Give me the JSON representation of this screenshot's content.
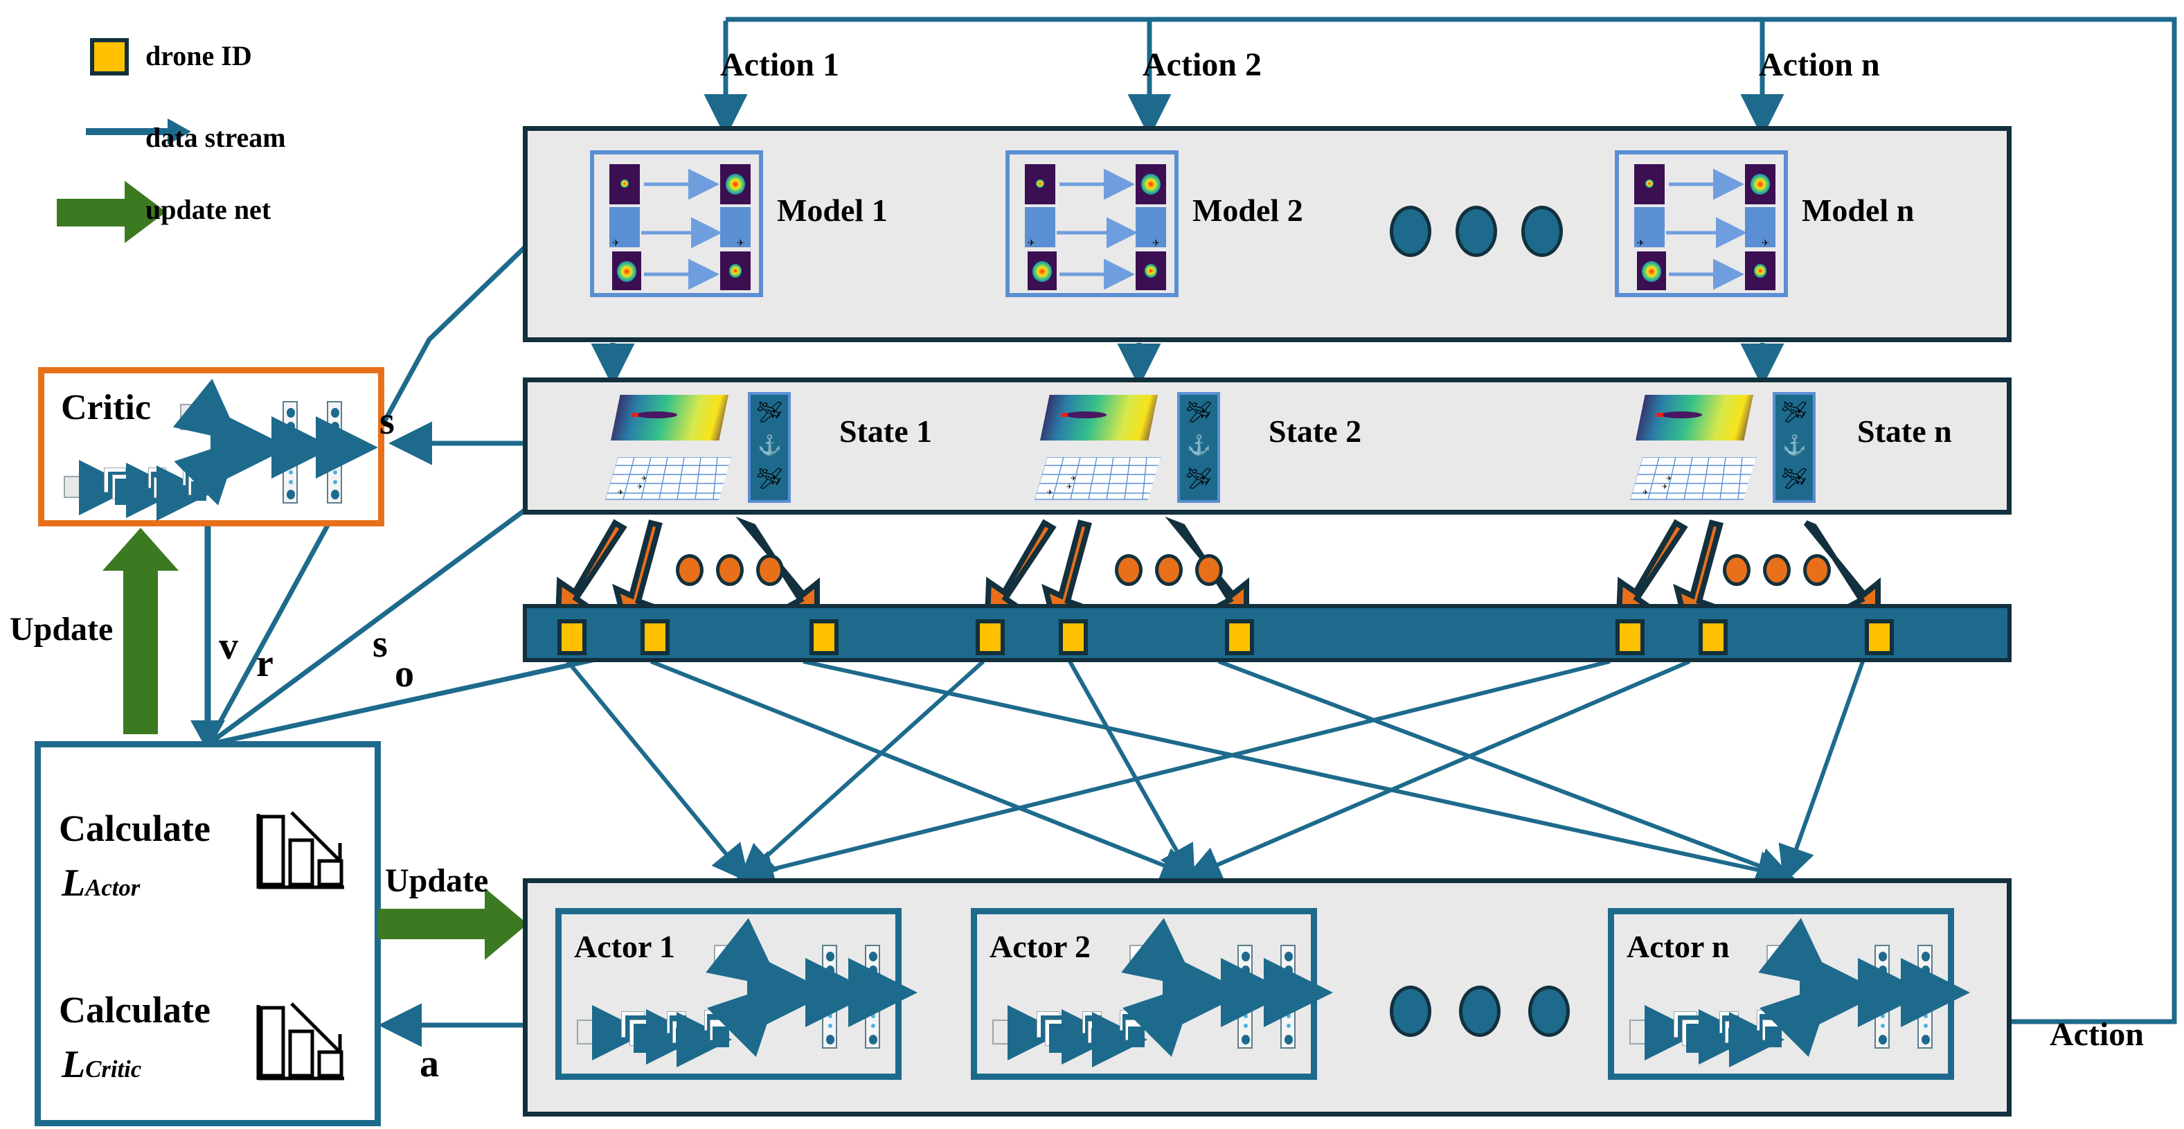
{
  "legend": {
    "items": [
      {
        "label": "drone ID",
        "icon": "yellow-square-icon",
        "color": "#ffc000"
      },
      {
        "label": "data  stream",
        "icon": "thin-arrow-icon",
        "color": "#1d6a8c"
      },
      {
        "label": "update net",
        "icon": "thick-arrow-icon",
        "color": "#3c7a22"
      }
    ]
  },
  "actions": {
    "top_labels": [
      "Action 1",
      "Action 2",
      "Action n"
    ],
    "feedback_label": "Action"
  },
  "model_row": {
    "labels": [
      "Model 1",
      "Model 2",
      "Model n"
    ],
    "ellipsis_icon": "three-ellipse-icon",
    "pair_rows": 3
  },
  "state_row": {
    "labels": [
      "State 1",
      "State 2",
      "State n"
    ],
    "surface_icon": "viridis-surface-icon",
    "grid_icon": "perspective-grid-icon",
    "drone_panel_icon": "drone-stack-icon"
  },
  "id_bar": {
    "name": "drone ID bar",
    "count": 9,
    "ellipsis_icon": "orange-dots-icon",
    "square_color": "#ffc000",
    "bar_color": "#1d6a8c"
  },
  "critic": {
    "title": "Critic",
    "network_icon": "cnn-architecture-icon",
    "border_color": "#e8701a"
  },
  "actor_row": {
    "labels": [
      "Actor 1",
      "Actor 2",
      "Actor n"
    ],
    "network_icon": "cnn-architecture-icon",
    "ellipsis_icon": "three-ellipse-icon"
  },
  "calculate": {
    "items": [
      {
        "verb": "Calculate",
        "symbol": "L",
        "subscript": "Actor",
        "icon": "declining-bars-icon"
      },
      {
        "verb": "Calculate",
        "symbol": "L",
        "subscript": "Critic",
        "icon": "declining-bars-icon"
      }
    ]
  },
  "edge_labels": {
    "update_critic": "Update",
    "update_actor": "Update",
    "value": "v",
    "reward": "r",
    "state": "s",
    "observation": "o",
    "state_to_critic": "s",
    "action_back": "a"
  },
  "colors": {
    "teal": "#1d6a8c",
    "navy": "#12303d",
    "orange": "#e8701a",
    "green": "#3c7a22",
    "yellow": "#ffc000",
    "panel_gray": "#e9e9e9",
    "light_blue": "#5b8fd4"
  }
}
